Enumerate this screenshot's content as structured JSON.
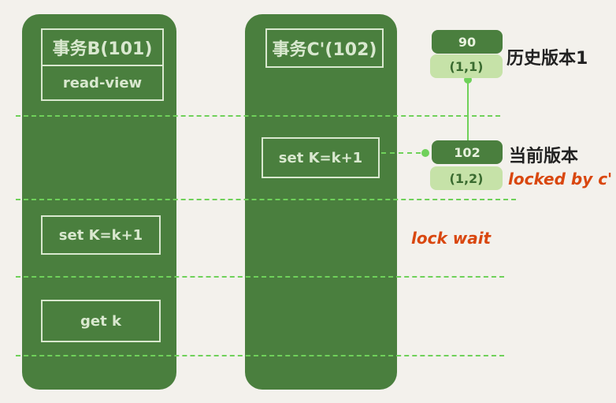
{
  "transaction_b": {
    "title": "事务B(101)",
    "read_view": "read-view",
    "stmt_set": "set K=k+1",
    "stmt_get": "get k"
  },
  "transaction_c": {
    "title": "事务C'(102)",
    "stmt_set": "set K=k+1"
  },
  "history_version": {
    "trx_id": "90",
    "value": "(1,1)",
    "label": "历史版本1"
  },
  "current_version": {
    "trx_id": "102",
    "value": "(1,2)",
    "label": "当前版本",
    "lock_label": "locked by c'"
  },
  "lock_wait_label": "lock wait",
  "colors": {
    "column_green": "#4a7f3e",
    "light_green": "#c6e2a8",
    "dash_green": "#6fd15a",
    "accent_red": "#d9470f"
  }
}
